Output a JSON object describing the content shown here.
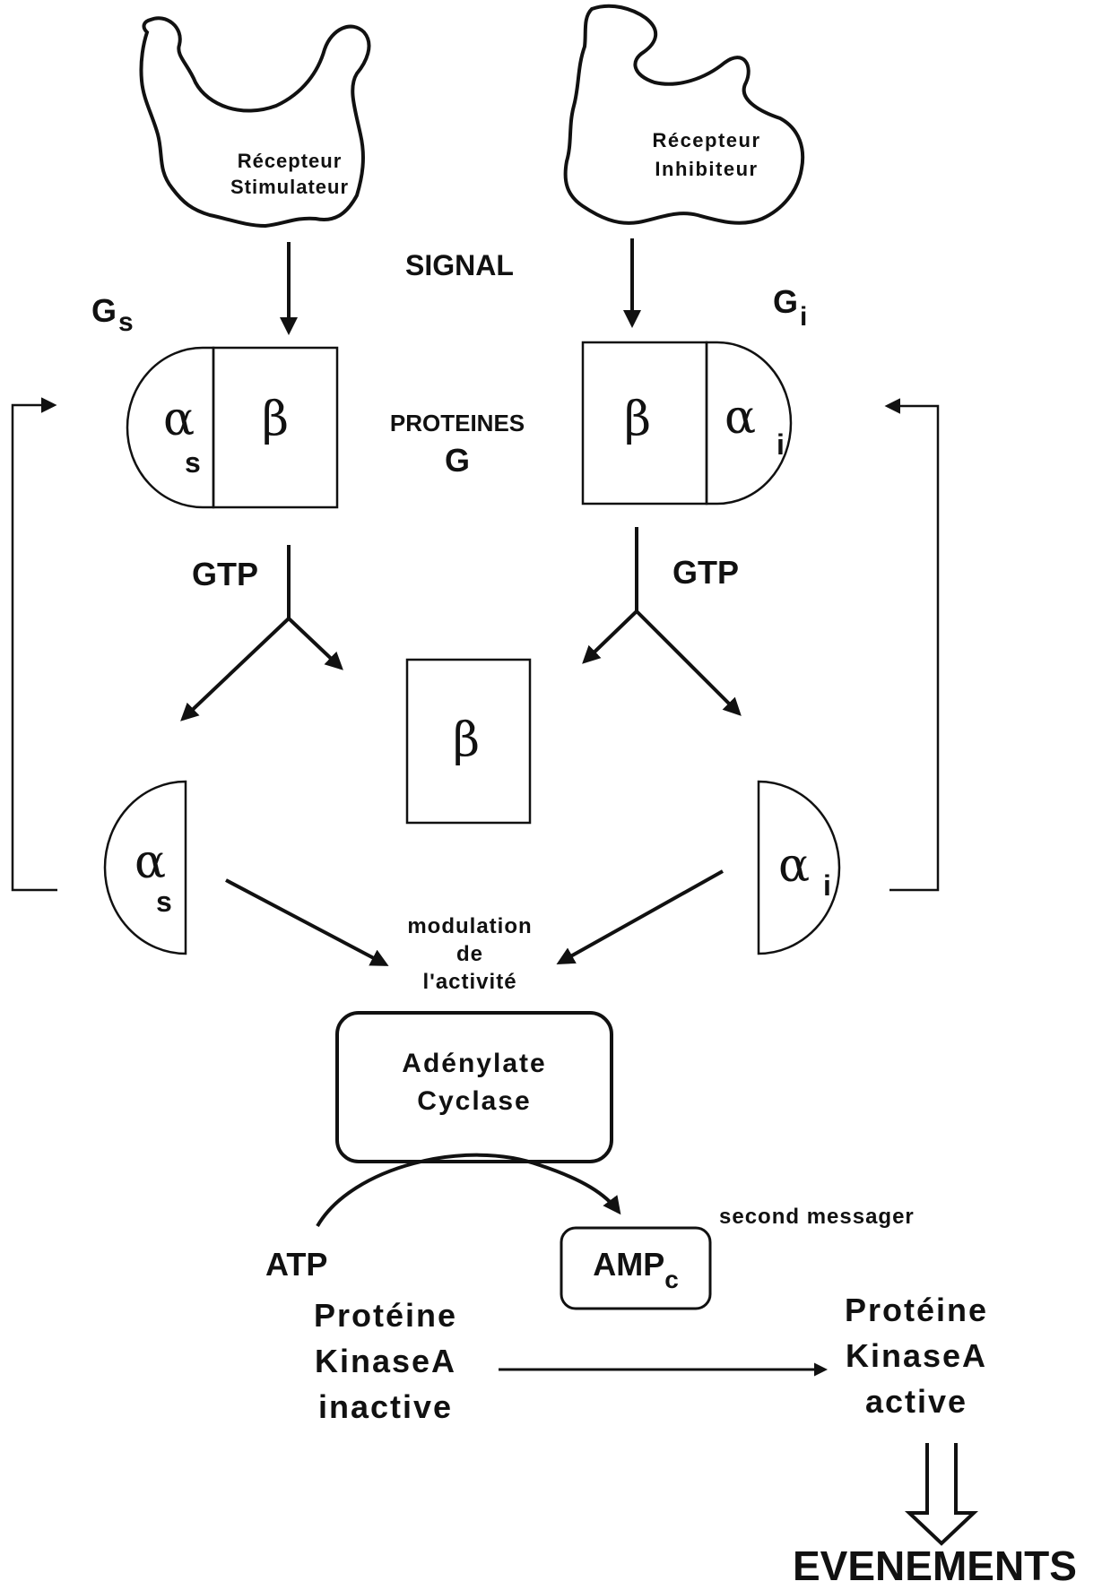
{
  "receptor_stim": "Récepteur Stimulateur",
  "receptor_stim_l1": "Récepteur",
  "receptor_stim_l2": "Stimulateur",
  "receptor_inhib_l1": "Récepteur",
  "receptor_inhib_l2": "Inhibiteur",
  "signal": "SIGNAL",
  "gs_letter": "G",
  "gs_sub": "s",
  "gi_letter": "G",
  "gi_sub": "i",
  "proteins_l1": "PROTEINES",
  "proteins_l2": "G",
  "alpha": "α",
  "beta": "β",
  "sub_s": "s",
  "sub_i": "i",
  "gtp_left": "GTP",
  "gtp_right": "GTP",
  "modulation_l1": "modulation",
  "modulation_l2": "de",
  "modulation_l3": "l'activité",
  "adenylate_l1": "Adénylate",
  "adenylate_l2": "Cyclase",
  "second_messager": "second messager",
  "atp": "ATP",
  "amp": "AMP",
  "amp_sub": "c",
  "pka_inactive_l1": "Protéine",
  "pka_inactive_l2": "KinaseA",
  "pka_inactive_l3": "inactive",
  "pka_active_l1": "Protéine",
  "pka_active_l2": "KinaseA",
  "pka_active_l3": "active",
  "evenements": "EVENEMENTS"
}
